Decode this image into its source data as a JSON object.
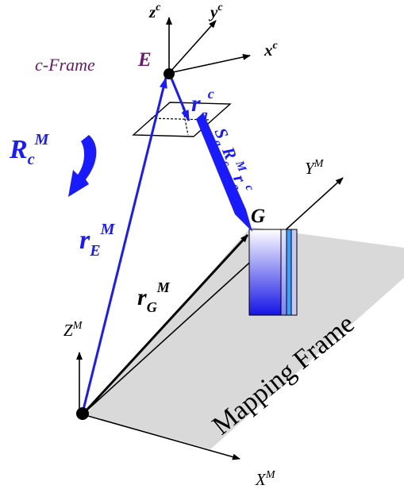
{
  "labels": {
    "camera_z": "z",
    "camera_z_sup": "c",
    "camera_y": "y",
    "camera_y_sup": "c",
    "camera_x": "x",
    "camera_x_sup": "c",
    "c_frame": "c-Frame",
    "point_e": "E",
    "point_g": "G",
    "r_c_m_main": "R",
    "r_c_m_sub": "c",
    "r_c_m_sup": "M",
    "r_e_m_main": "r",
    "r_e_m_sub": "E",
    "r_e_m_sup": "M",
    "r_g_m_main": "r",
    "r_g_m_sub": "G",
    "r_g_m_sup": "M",
    "r_g_c_main": "r",
    "r_g_c_sub": "g",
    "r_g_c_sup": "c",
    "formula_s": "S",
    "formula_s_sub": "g",
    "formula_r": "R",
    "formula_r_sub": "c",
    "formula_r_sup": "M",
    "formula_r2": "r",
    "formula_r2_sub": "g",
    "formula_r2_sup": "c",
    "y_m": "Y",
    "y_m_sup": "M",
    "z_m": "Z",
    "z_m_sup": "M",
    "x_m": "X",
    "x_m_sup": "M",
    "mapping_frame": "Mapping Frame"
  },
  "colors": {
    "blue": "#1a1aff",
    "purple": "#6a1a6a",
    "black": "#000000",
    "plane": "#d9d9d9"
  }
}
